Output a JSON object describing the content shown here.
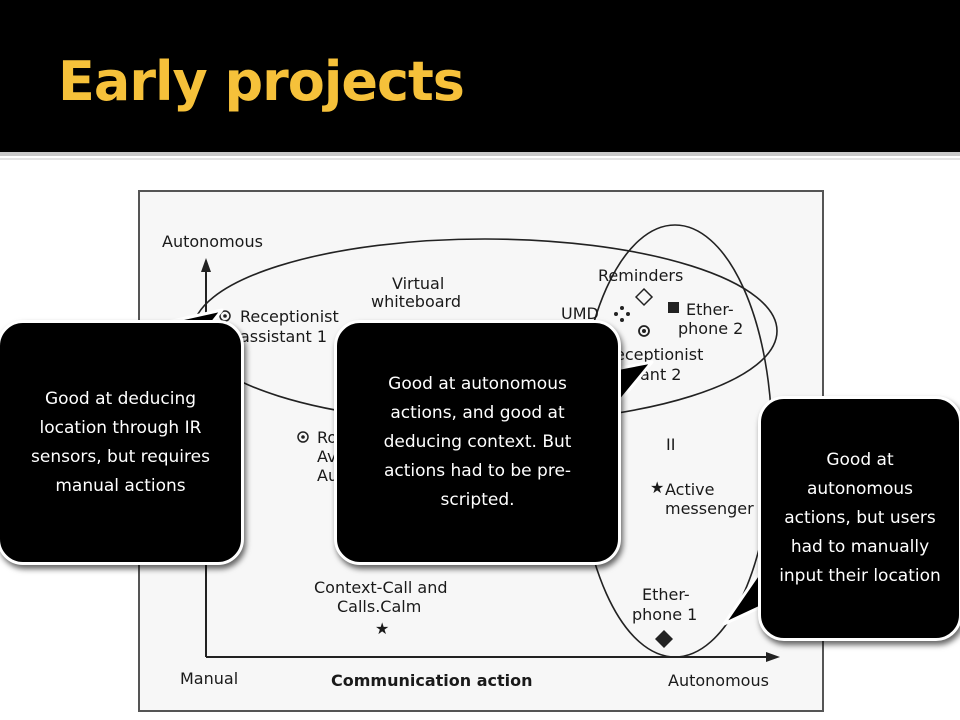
{
  "slide": {
    "title": "Early projects"
  },
  "diagram": {
    "y_axis_label": "Autonomous",
    "x_axis_title": "Communication action",
    "x_axis_left": "Manual",
    "x_axis_right": "Autonomous",
    "labels": {
      "receptionist1_l1": "Receptionist",
      "receptionist1_l2": "assistant 1",
      "virtual_l1": "Virtual",
      "virtual_l2": "whiteboard",
      "reminders": "Reminders",
      "umd": "UMD",
      "etherphone2_l1": "Ether-",
      "etherphone2_l2": "phone 2",
      "receptionist2_l1": "eceptionist",
      "receptionist2_l2": "ant 2",
      "roam_l1": "Ro",
      "roam_l2": "Av",
      "roam_l3": "Au",
      "roman_numeral": "II",
      "active_l1": "Active",
      "active_l2": "messenger",
      "context_l1": "Context-Call and",
      "context_l2": "Calls.Calm",
      "etherphone1_l1": "Ether-",
      "etherphone1_l2": "phone 1"
    }
  },
  "callouts": {
    "left": "Good at deducing location through IR sensors, but requires manual actions",
    "middle": "Good at autonomous actions, and good at deducing context. But actions had to be pre-scripted.",
    "right": "Good at autonomous actions, but users had to manually input their location"
  }
}
